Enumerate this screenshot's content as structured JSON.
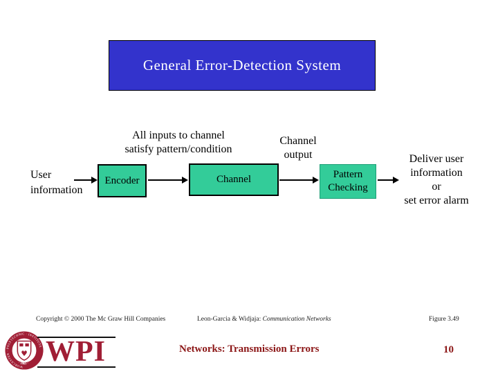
{
  "slide": {
    "title": "General Error-Detection System"
  },
  "diagram": {
    "top_note": {
      "line1": "All inputs to channel",
      "line2": "satisfy pattern/condition"
    },
    "input_label": {
      "line1": "User",
      "line2": "information"
    },
    "encoder_box_label": "Encoder",
    "channel_box_label": "Channel",
    "channel_output": {
      "line1": "Channel",
      "line2": "output"
    },
    "pattern_box": {
      "line1": "Pattern",
      "line2": "Checking"
    },
    "output_label": {
      "line1": "Deliver user",
      "line2": "information",
      "line3": "or",
      "line4": "set error alarm"
    }
  },
  "footer": {
    "copyright": "Copyright © 2000 The Mc Graw Hill Companies",
    "citation_plain": "Leon-Garcia & Widjaja: ",
    "citation_italic": "Communication Networks",
    "figure": "Figure 3.49"
  },
  "bottom_bar": {
    "logo_acronym": "WPI",
    "seal_ring_text": "WORCESTER · POLYTECHNIC · INSTITUTE",
    "seal_year": "· 1865 ·",
    "course_title": "Networks: Transmission Errors",
    "slide_number": "10"
  },
  "colors": {
    "title_background": "#3333CC",
    "title_text": "#FFFFFF",
    "box_fill": "#33CC99",
    "wpi_crimson": "#A01E35",
    "course_text_red": "#8B1515"
  }
}
